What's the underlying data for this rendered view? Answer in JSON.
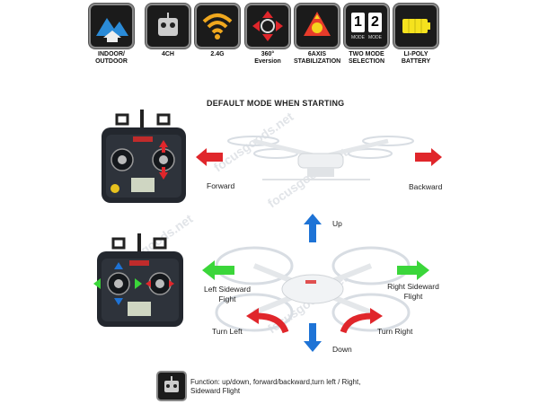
{
  "features": [
    {
      "label": "INDOOR/\nOUTDOOR",
      "icon": "indoor-outdoor-icon"
    },
    {
      "label": "4CH",
      "icon": "4ch-controller-icon"
    },
    {
      "label": "2.4G",
      "icon": "wifi-signal-icon"
    },
    {
      "label": "360°\nEversion",
      "icon": "rotation-arrows-icon"
    },
    {
      "label": "6AXIS\nSTABILIZATION",
      "icon": "stabilization-icon"
    },
    {
      "label": "TWO MODE\nSELECTION",
      "icon": "mode-selection-icon"
    },
    {
      "label": "LI-POLY\nBATTERY",
      "icon": "battery-icon"
    }
  ],
  "mode_numbers": [
    "1",
    "2"
  ],
  "mode_small": "MODE",
  "heading": "DEFAULT MODE WHEN STARTING",
  "labels": {
    "forward": "Forward",
    "backward": "Backward",
    "up": "Up",
    "down": "Down",
    "left_sideward": "Left Sideward\nFight",
    "right_sideward": "Right Sideward\nFlight",
    "turn_left": "Turn Left",
    "turn_right": "Turn Right"
  },
  "function_text": "Function: up/down, forward/backward,turn left / Right,\nSideward Flight",
  "colors": {
    "arrow_red": "#e0262b",
    "arrow_blue": "#1e73d6",
    "arrow_green": "#3bd63a",
    "icon_bg": "#1b1b1b"
  }
}
